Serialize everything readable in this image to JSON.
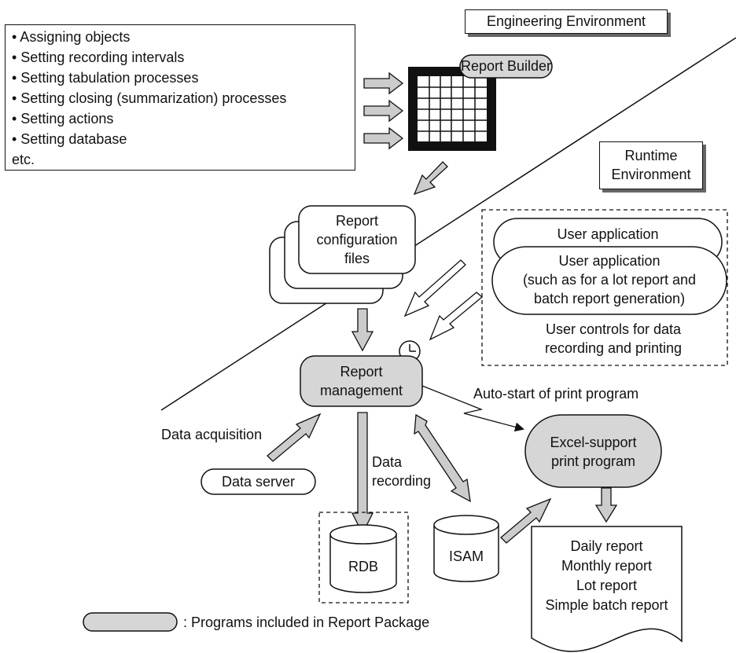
{
  "labels": {
    "engineering_env": "Engineering Environment",
    "runtime_env_line1": "Runtime",
    "runtime_env_line2": "Environment",
    "report_builder": "Report Builder",
    "report_config_1": "Report",
    "report_config_2": "configuration",
    "report_config_3": "files",
    "user_app_back": "User application",
    "user_app_front_1": "User application",
    "user_app_front_2": "(such as for a lot report and",
    "user_app_front_3": "batch report generation)",
    "user_controls_1": "User controls for data",
    "user_controls_2": "recording and printing",
    "report_mgmt_1": "Report",
    "report_mgmt_2": "management",
    "auto_start": "Auto-start of print program",
    "data_acquisition": "Data acquisition",
    "data_server": "Data server",
    "data_recording_1": "Data",
    "data_recording_2": "recording",
    "rdb": "RDB",
    "isam": "ISAM",
    "excel_print_1": "Excel-support",
    "excel_print_2": "print program",
    "legend": ": Programs included in Report Package"
  },
  "settings_list": [
    "• Assigning objects",
    "• Setting recording intervals",
    "• Setting tabulation processes",
    "• Setting closing (summarization) processes",
    "• Setting actions",
    "• Setting database",
    "etc."
  ],
  "reports": [
    "Daily report",
    "Monthly report",
    "Lot report",
    "Simple batch report"
  ],
  "colors": {
    "program_fill": "#d6d6d6",
    "arrow_fill": "#cccccc",
    "stroke": "#111111"
  }
}
